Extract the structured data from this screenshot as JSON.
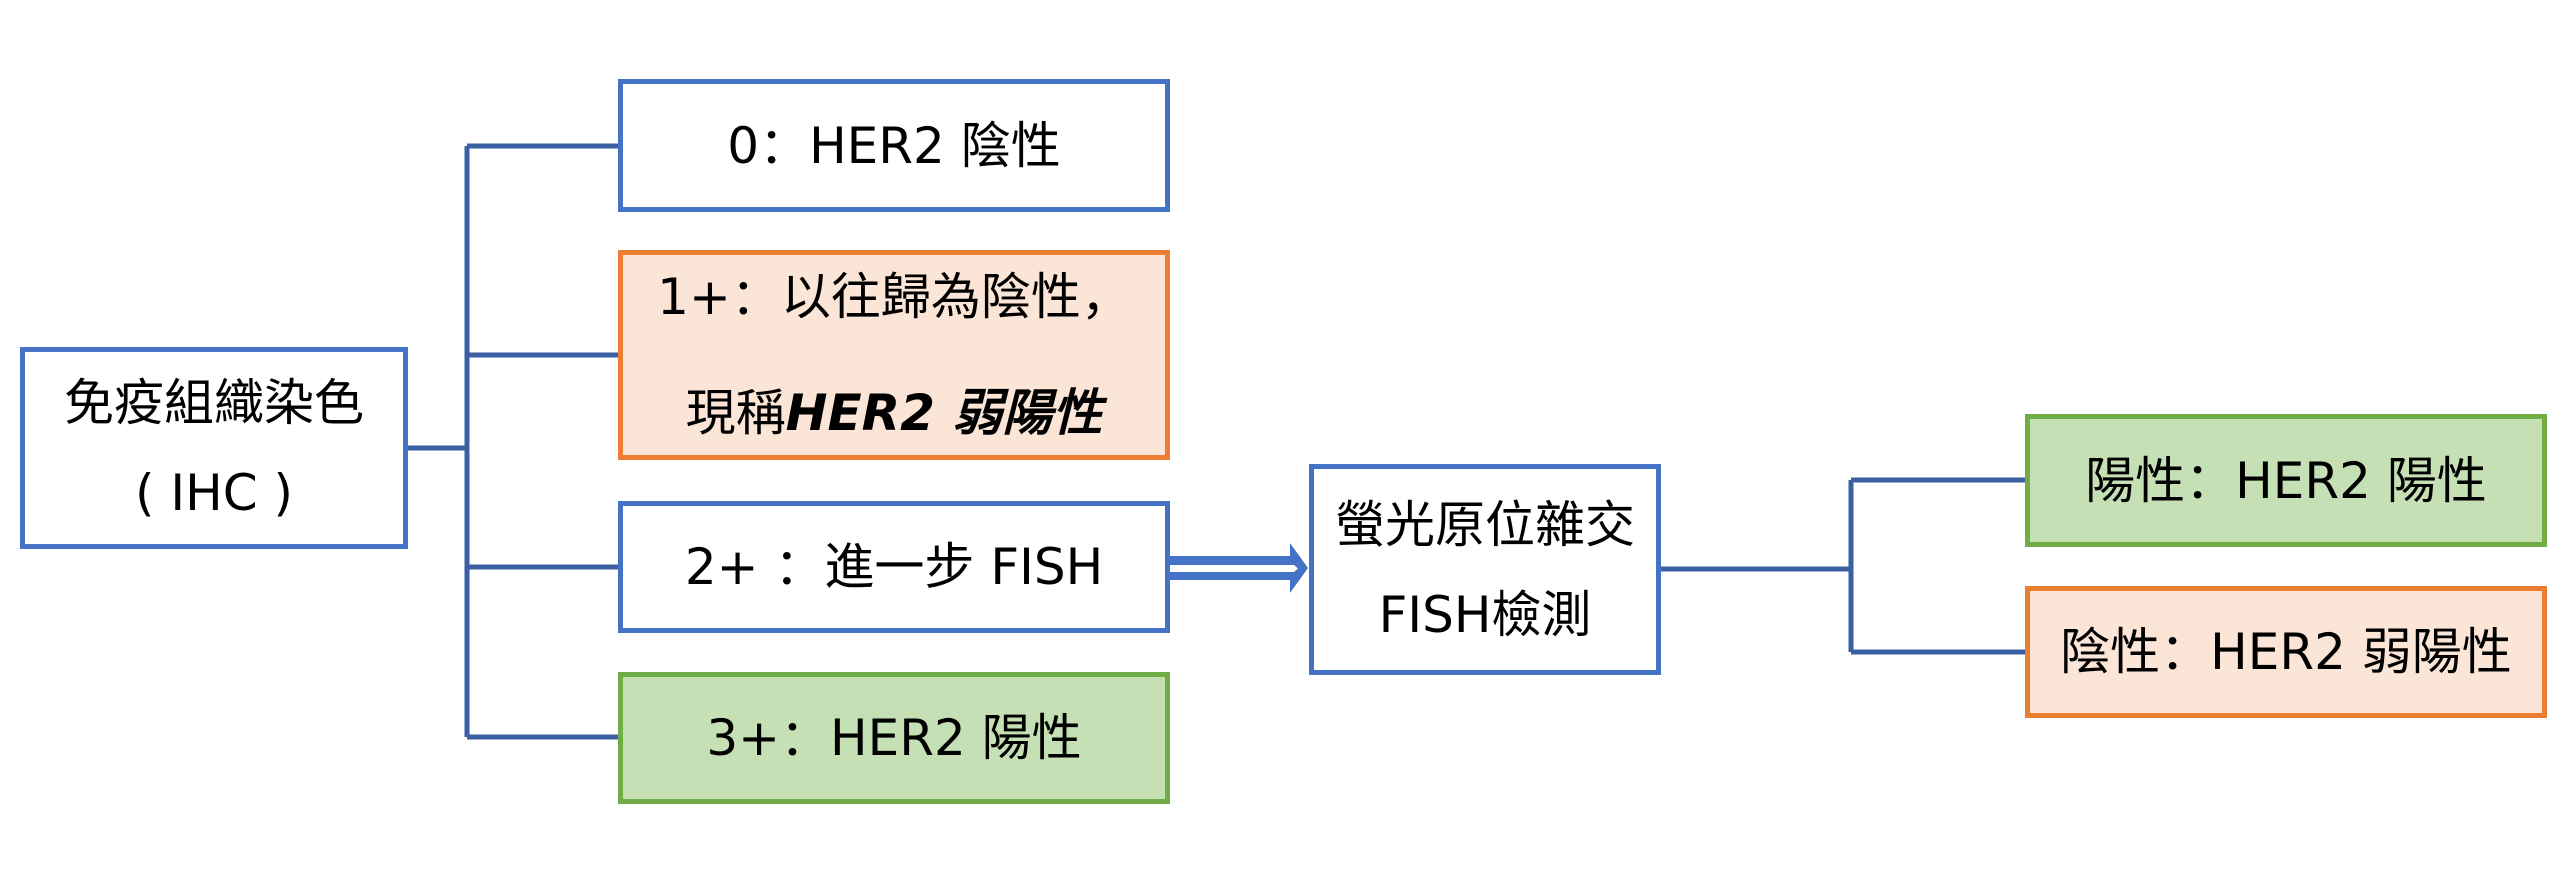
{
  "diagram": {
    "title": "HER2 testing flow",
    "colors": {
      "blue_border": "#4472C4",
      "connector": "#3B5FA3",
      "orange_border": "#ED7D31",
      "orange_fill": "#FBE5D6",
      "green_border": "#70AD47",
      "green_fill": "#C5E0B4"
    },
    "root": {
      "line1": "免疫組織染色",
      "line2": "( IHC )"
    },
    "ihc_results": [
      {
        "score": "0",
        "text": "0：HER2 陰性",
        "style": "plain"
      },
      {
        "score": "1+",
        "line1": "1+：以往歸為陰性，",
        "line2_prefix": "現稱",
        "line2_emphasis": "HER2 弱陽性",
        "style": "orange"
      },
      {
        "score": "2+",
        "text": "2+ ：進一步 FISH",
        "style": "plain"
      },
      {
        "score": "3+",
        "text": "3+：HER2 陽性",
        "style": "green"
      }
    ],
    "fish": {
      "line1": "螢光原位雜交",
      "line2": "FISH檢測"
    },
    "fish_results": [
      {
        "text": "陽性：HER2 陽性",
        "style": "green"
      },
      {
        "text": "陰性：HER2 弱陽性",
        "style": "orange"
      }
    ],
    "arrow": {
      "from": "2+",
      "to": "FISH",
      "icon": "double-line-arrow-right"
    }
  }
}
